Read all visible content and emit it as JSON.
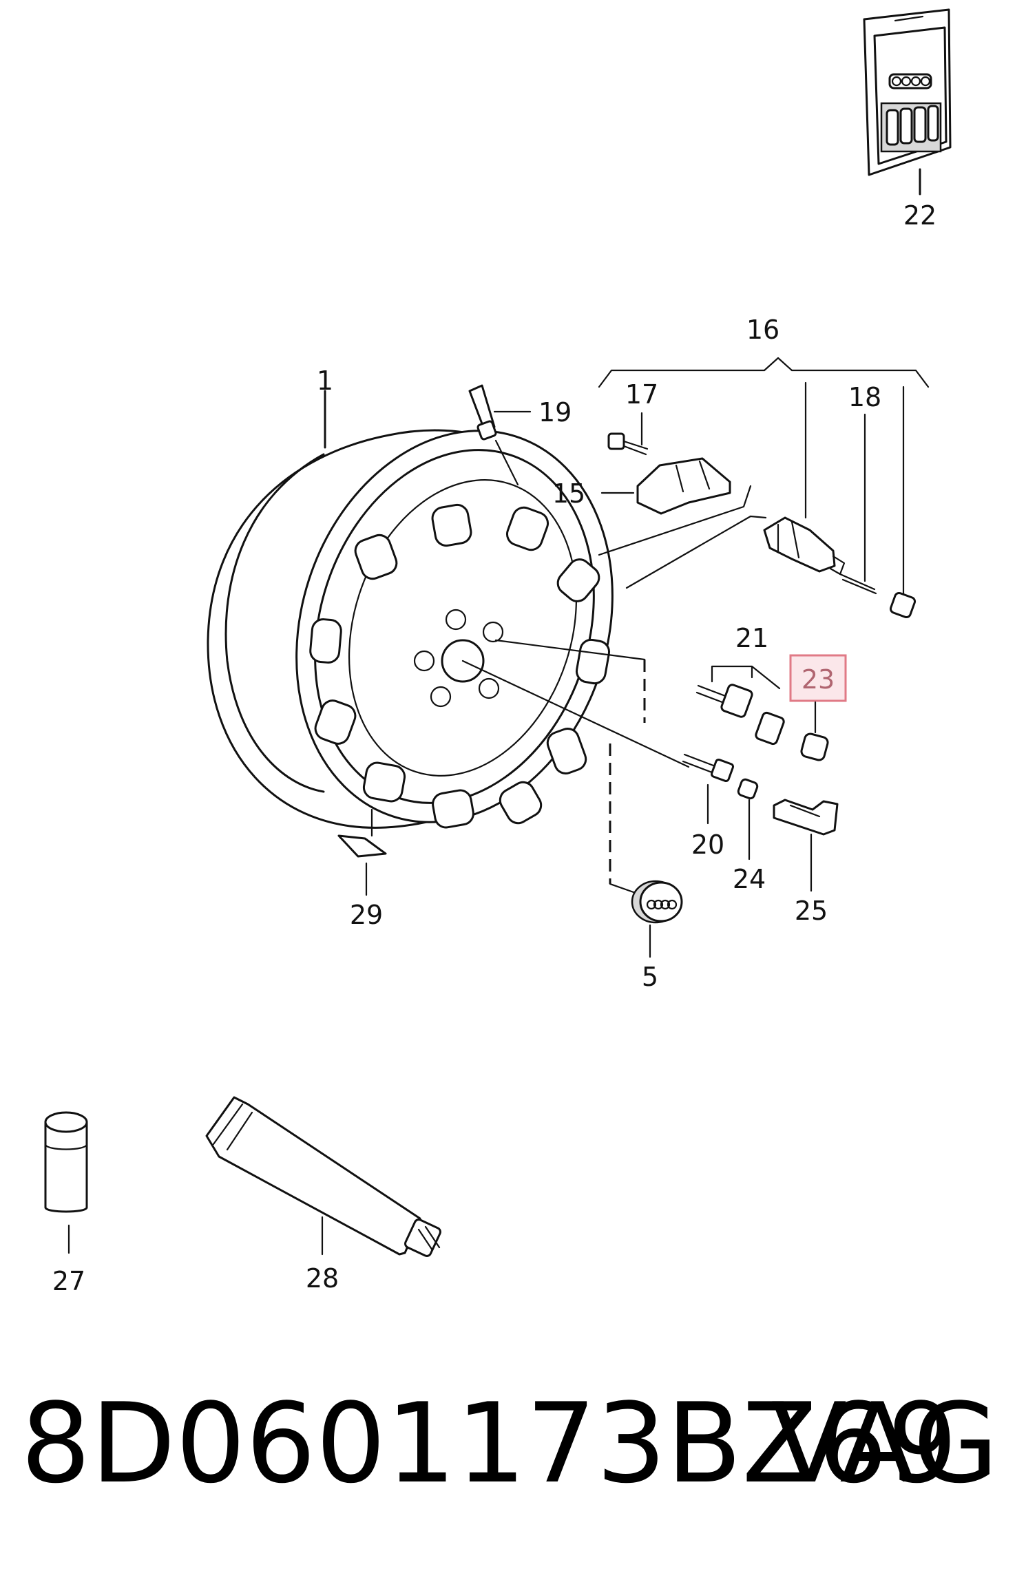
{
  "diagram": {
    "callouts": {
      "c1": "1",
      "c5": "5",
      "c15": "15",
      "c16": "16",
      "c17": "17",
      "c18": "18",
      "c19": "19",
      "c20": "20",
      "c21": "21",
      "c22": "22",
      "c23": "23",
      "c24": "24",
      "c25": "25",
      "c27": "27",
      "c28": "28",
      "c29": "29"
    },
    "highlighted_callout": "23",
    "highlight_color": "#e07a86"
  },
  "footer": {
    "part_number": "8D0601173BZ69",
    "brand": "VAG"
  }
}
